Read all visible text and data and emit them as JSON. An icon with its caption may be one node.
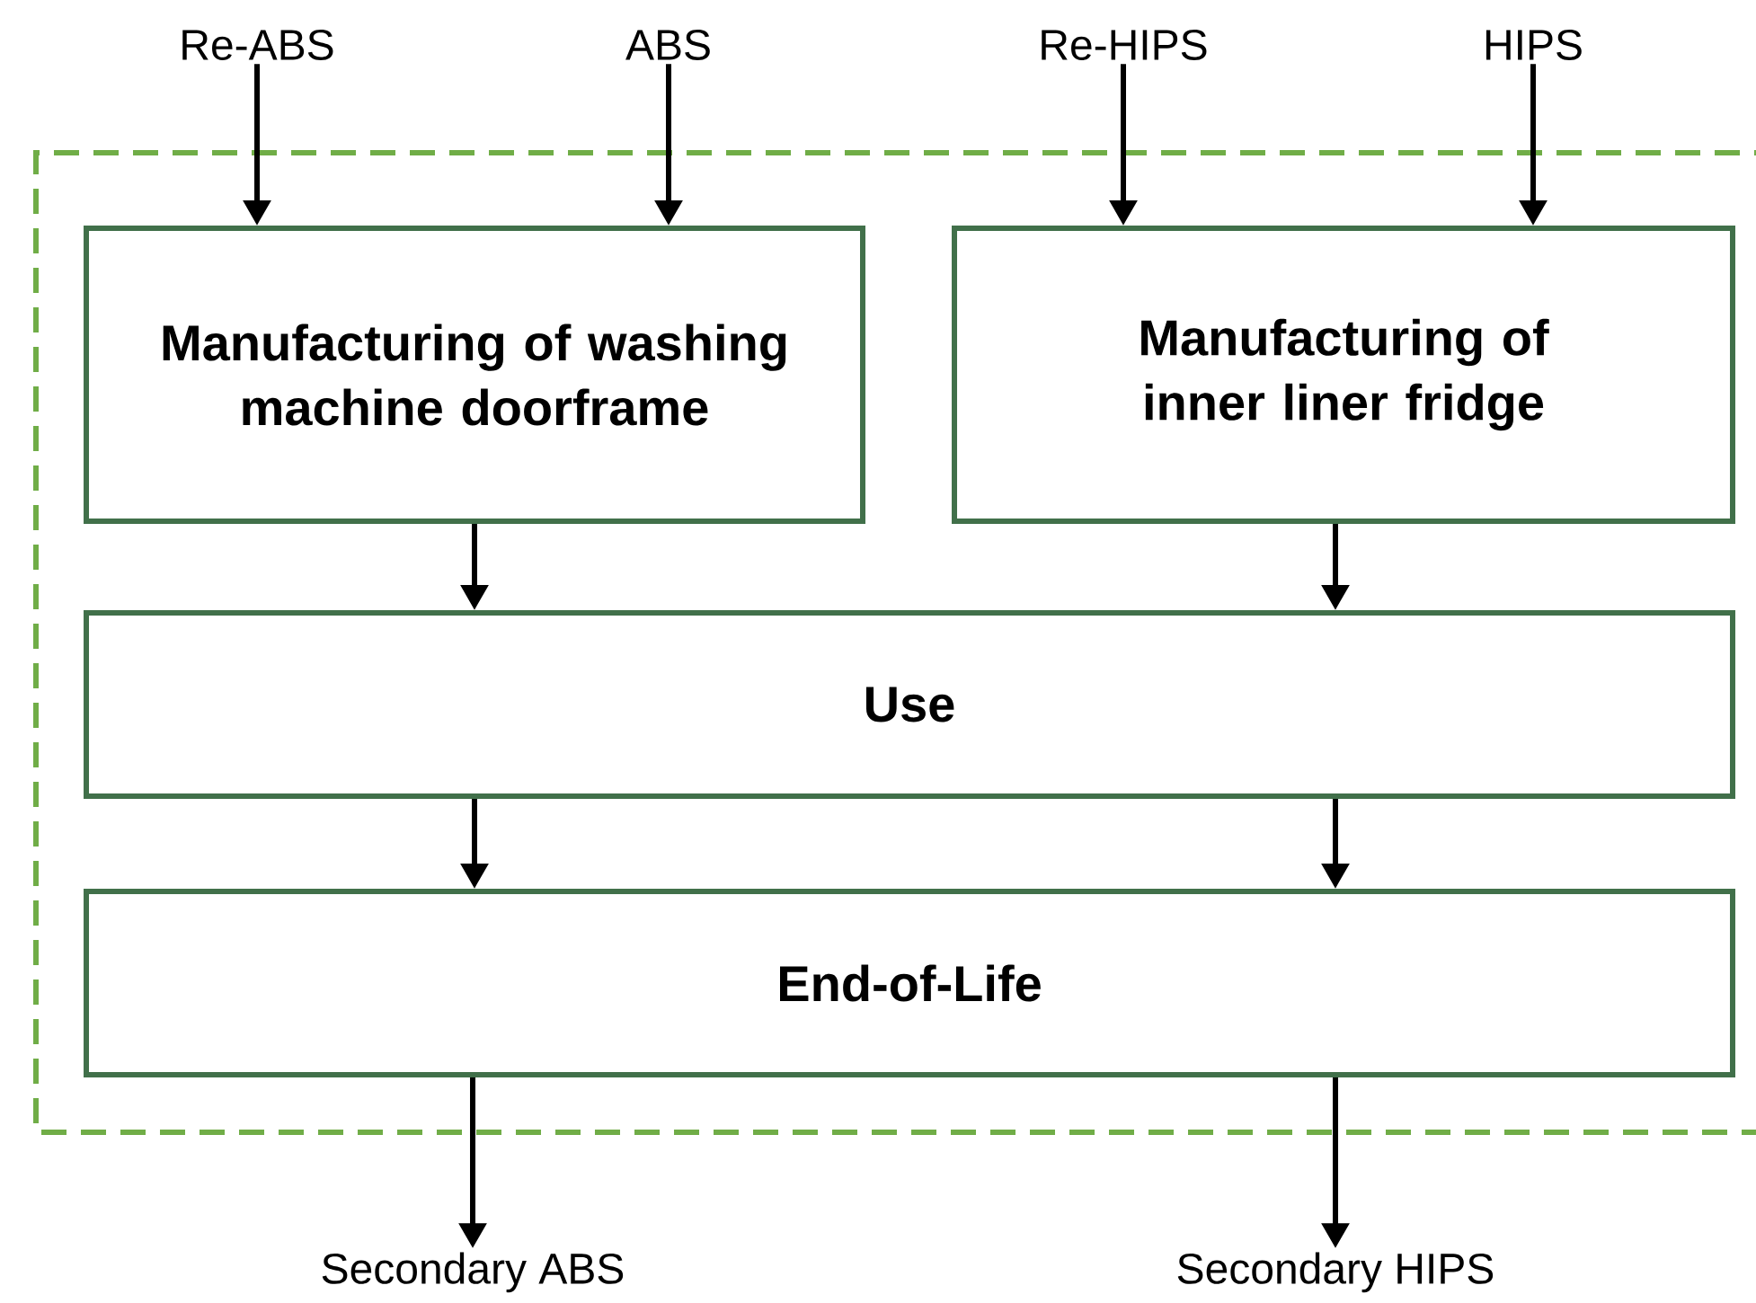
{
  "diagram": {
    "nodes": [
      {
        "text": [
          "Re-ABS"
        ]
      },
      {
        "text": [
          "ABS"
        ]
      },
      {
        "text": [
          "Re-HIPS"
        ]
      },
      {
        "text": [
          "HIPS"
        ]
      },
      {
        "text": [
          "Manufacturing of washing machine doorframe"
        ]
      },
      {
        "text": [
          "Manufacturing of inner liner fridge"
        ]
      },
      {
        "text": [
          "Use"
        ]
      },
      {
        "text": [
          "End-of-Life"
        ]
      },
      {
        "text": [
          "Secondary ABS"
        ]
      },
      {
        "text": [
          "Secondary HIPS"
        ]
      }
    ],
    "edges": [
      {
        "from": 0,
        "to": 4,
        "arrow": "to"
      },
      {
        "from": 1,
        "to": 4,
        "arrow": "to"
      },
      {
        "from": 2,
        "to": 5,
        "arrow": "to"
      },
      {
        "from": 3,
        "to": 5,
        "arrow": "to"
      },
      {
        "from": 4,
        "to": 6,
        "arrow": "to"
      },
      {
        "from": 5,
        "to": 6,
        "arrow": "to"
      },
      {
        "from": 6,
        "to": 7,
        "arrow": "to"
      },
      {
        "from": 6,
        "to": 7,
        "arrow": "to"
      },
      {
        "from": 7,
        "to": 8,
        "arrow": "to"
      },
      {
        "from": 7,
        "to": 9,
        "arrow": "to"
      }
    ]
  }
}
